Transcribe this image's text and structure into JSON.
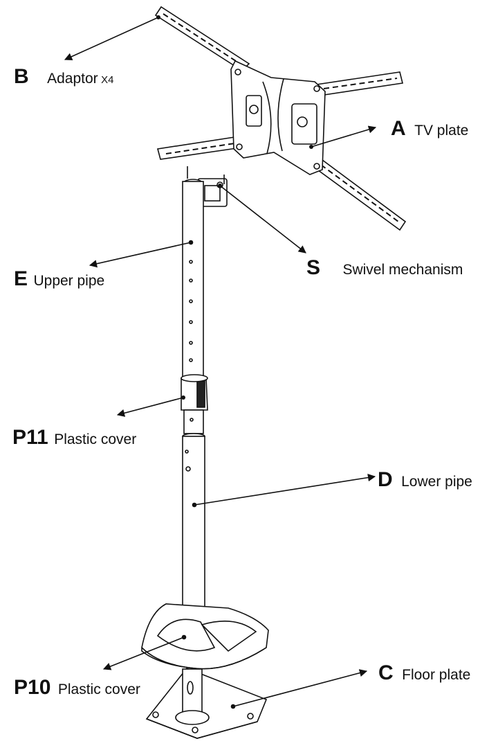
{
  "labels": {
    "A": {
      "code": "A",
      "name": "TV plate"
    },
    "B": {
      "code": "B",
      "name": "Adaptor",
      "qty": "X4"
    },
    "S": {
      "code": "S",
      "name": "Swivel mechanism"
    },
    "E": {
      "code": "E",
      "name": "Upper pipe"
    },
    "P11": {
      "code": "P11",
      "name": "Plastic cover"
    },
    "D": {
      "code": "D",
      "name": "Lower pipe"
    },
    "C": {
      "code": "C",
      "name": "Floor plate"
    },
    "P10": {
      "code": "P10",
      "name": "Plastic cover"
    }
  }
}
